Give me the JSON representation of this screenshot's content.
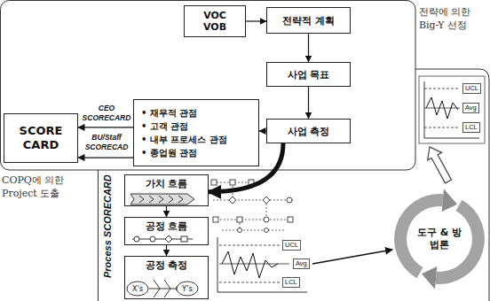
{
  "diagram": {
    "nodes": [
      {
        "text": [
          "VOC VOB"
        ]
      },
      {
        "text": [
          "전략적 계획"
        ]
      },
      {
        "text": [
          "사업 목표"
        ]
      },
      {
        "text": [
          "사업 측정"
        ]
      },
      {
        "text": [
          "• 재무적 관점",
          "• 고객 관점",
          "• 내부 프로세스 관점",
          "• 종업원 관점"
        ]
      },
      {
        "text": [
          "SCORE CARD"
        ]
      },
      {
        "text": [
          "Process SCORECARD"
        ]
      },
      {
        "text": [
          "가치 흐름"
        ],
        "in": 6
      },
      {
        "text": [
          "공정 흐름"
        ],
        "in": 6
      },
      {
        "text": [
          "공정 측정",
          "X's",
          "Y's"
        ],
        "in": 6
      },
      {
        "text": [
          "도구 & 방법론"
        ],
        "in": 6
      }
    ],
    "edges": [
      {
        "from": 0,
        "to": 1,
        "arrow": "to"
      },
      {
        "from": 1,
        "to": 2,
        "arrow": "to"
      },
      {
        "from": 2,
        "to": 3,
        "arrow": "to"
      },
      {
        "from": 3,
        "to": 4,
        "arrow": "to"
      },
      {
        "from": 4,
        "to": 5,
        "label": "CEO SCORECARD",
        "arrow": "to"
      },
      {
        "from": 4,
        "to": 5,
        "label": "BU/Staff SCORECAD",
        "arrow": "to"
      },
      {
        "from": 3,
        "to": 7,
        "arrow": "to"
      },
      {
        "from": 7,
        "to": 8,
        "arrow": "to"
      },
      {
        "from": 8,
        "to": 9,
        "arrow": "to"
      }
    ],
    "labels": [
      "전략에 의한 Big-Y 선정",
      "COPQ에 의한 Project 도출",
      "UCL",
      "Avg",
      "LCL",
      "UCL",
      "Avg",
      "LCL"
    ]
  }
}
